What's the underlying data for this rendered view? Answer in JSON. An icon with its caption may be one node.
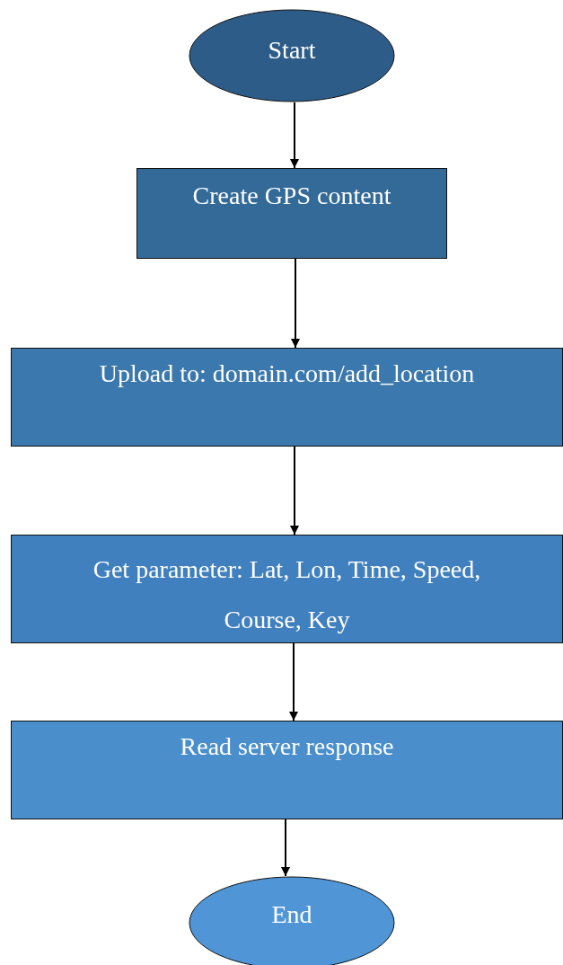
{
  "diagram": {
    "nodes": [
      {
        "text": [
          "Start"
        ]
      },
      {
        "text": [
          "Create GPS content"
        ]
      },
      {
        "text": [
          "Upload to: domain.com/add_location"
        ]
      },
      {
        "text": [
          "Get parameter: Lat, Lon, Time, Speed, Course, Key"
        ]
      },
      {
        "text": [
          "Read server response"
        ]
      },
      {
        "text": [
          "End"
        ]
      }
    ],
    "edges": [
      {
        "from": 0,
        "to": 1,
        "arrow": "to"
      },
      {
        "from": 1,
        "to": 2,
        "arrow": "to"
      },
      {
        "from": 2,
        "to": 3,
        "arrow": "to"
      },
      {
        "from": 3,
        "to": 4,
        "arrow": "to"
      },
      {
        "from": 4,
        "to": 5,
        "arrow": "to"
      }
    ]
  }
}
